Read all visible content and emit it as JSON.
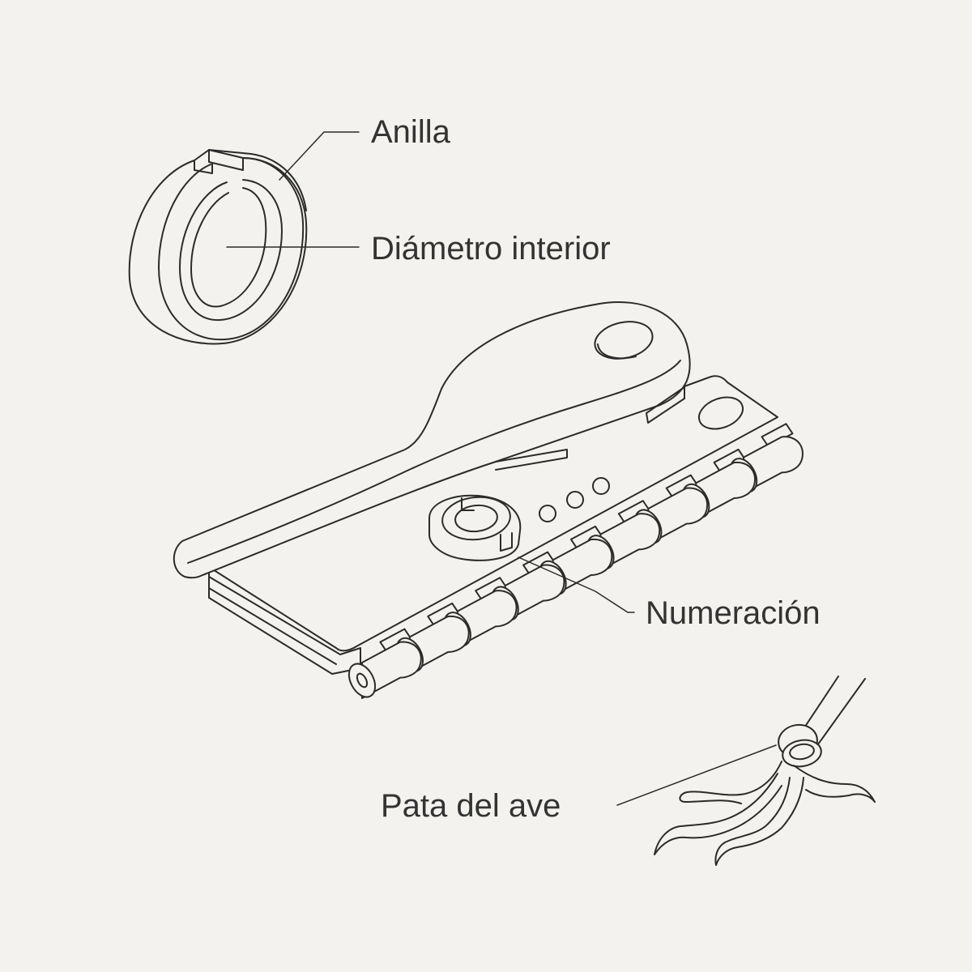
{
  "labels": {
    "ring": "Anilla",
    "inner_diameter": "Diámetro interior",
    "numbering": "Numeración",
    "bird_leg": "Pata del ave"
  },
  "colors": {
    "background": "#f3f2ee",
    "line": "#2b2b2b",
    "text": "#333333"
  }
}
